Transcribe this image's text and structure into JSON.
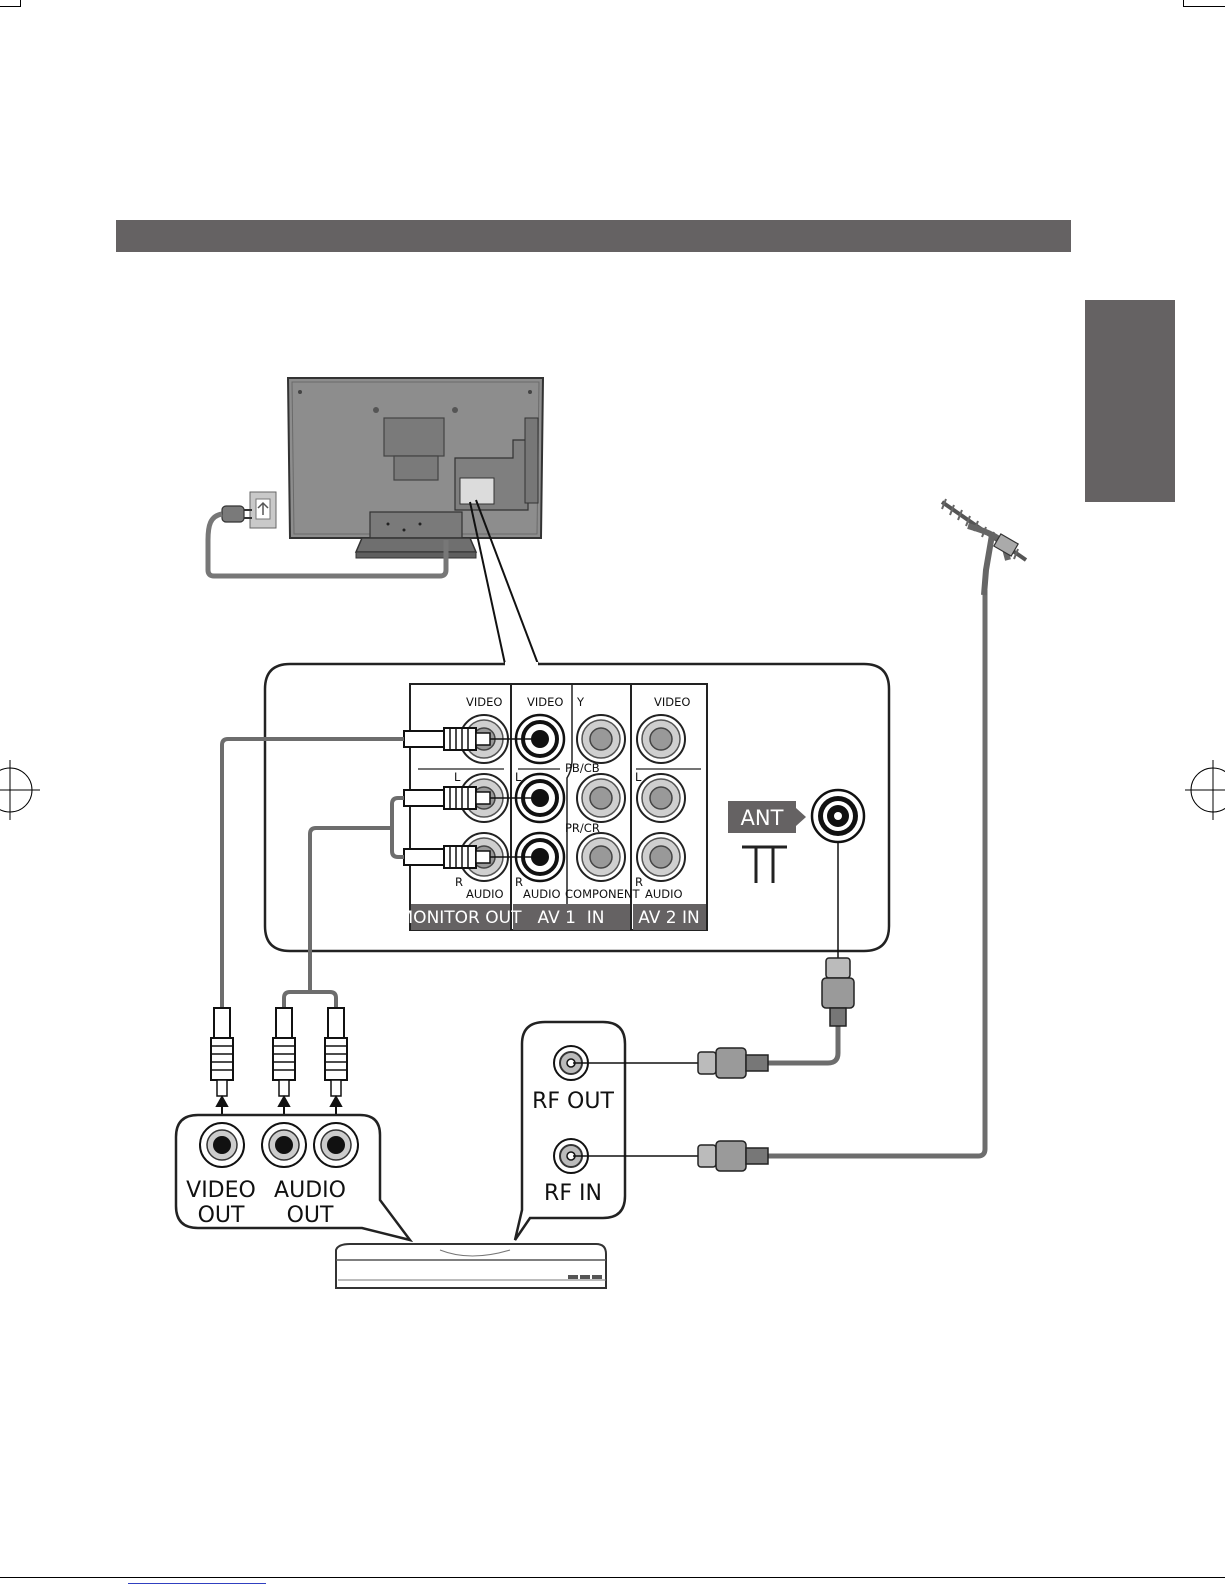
{
  "tv_panel": {
    "monitor_out": {
      "heading": "MONITOR OUT",
      "video_label": "VIDEO",
      "left_label": "L",
      "right_label": "R",
      "audio_label": "AUDIO"
    },
    "av1_in": {
      "heading": "AV 1  IN",
      "video_label": "VIDEO",
      "y_label": "Y",
      "pb_label": "PB/CB",
      "pr_label": "PR/CR",
      "left_label": "L",
      "right_label": "R",
      "audio_label": "AUDIO",
      "component_label": "COMPONENT"
    },
    "av2_in": {
      "heading": "AV 2 IN",
      "video_label": "VIDEO",
      "left_label": "L",
      "right_label": "R",
      "audio_label": "AUDIO"
    },
    "antenna_label": "ANT"
  },
  "device": {
    "video_out_line1": "VIDEO",
    "video_out_line2": "OUT",
    "audio_out_line1": "AUDIO",
    "audio_out_line2": "OUT",
    "rf_out_label": "RF OUT",
    "rf_in_label": "RF IN"
  },
  "colors": {
    "header_bar": "#656263",
    "cable": "#6d6d6d",
    "outline": "#222222"
  }
}
